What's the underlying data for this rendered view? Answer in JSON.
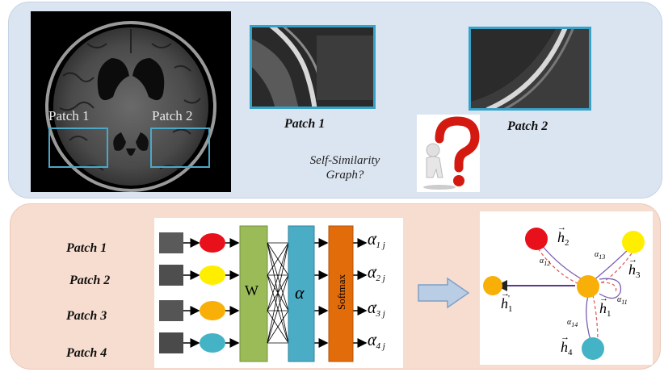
{
  "top": {
    "mri_patch1_label": "Patch 1",
    "mri_patch2_label": "Patch 2",
    "zoom1_caption": "Patch 1",
    "zoom2_caption": "Patch 2",
    "question_line1": "Self-Similarity",
    "question_line2": "Graph?"
  },
  "bottom": {
    "patch_labels": [
      "Patch 1",
      "Patch 2",
      "Patch 3",
      "Patch 4"
    ],
    "node_colors": [
      "#e8101a",
      "#ffee00",
      "#f8b008",
      "#45b3c6"
    ],
    "layer_w": "W",
    "layer_alpha": "α",
    "layer_softmax": "Softmax",
    "outputs": [
      {
        "sym": "α",
        "sub": "1 j"
      },
      {
        "sym": "α",
        "sub": "2 j"
      },
      {
        "sym": "α",
        "sub": "3 j"
      },
      {
        "sym": "α",
        "sub": "4 j"
      }
    ],
    "graph": {
      "h2": {
        "letter": "h",
        "sub": "2"
      },
      "h3": {
        "letter": "h",
        "sub": "3"
      },
      "h1": {
        "letter": "h",
        "sub": "1"
      },
      "h4": {
        "letter": "h",
        "sub": "4"
      },
      "h1p": {
        "letter": "h",
        "sub": "1"
      },
      "a12": {
        "sym": "α",
        "sub": "12"
      },
      "a13": {
        "sym": "α",
        "sub": "13"
      },
      "a11": {
        "sym": "α",
        "sub": "11"
      },
      "a14": {
        "sym": "α",
        "sub": "14"
      }
    }
  },
  "colors": {
    "top_panel": "#dbe5f1",
    "bottom_panel": "#f7ddd0",
    "w_layer": "#9bbb59",
    "alpha_layer": "#4bacc6",
    "softmax_layer": "#e36c0a",
    "arrow_fill": "#b9cde5"
  }
}
